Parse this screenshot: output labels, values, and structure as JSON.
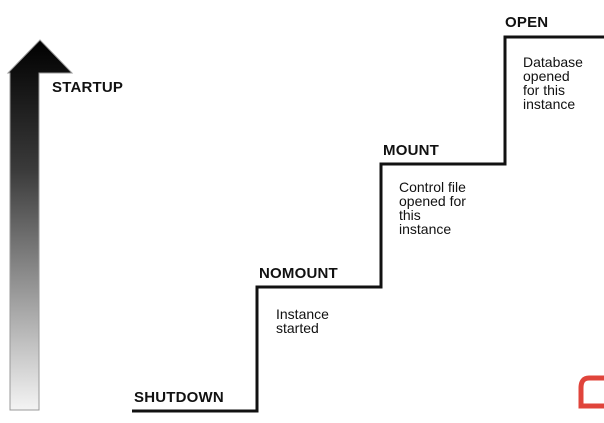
{
  "direction_label": "STARTUP",
  "stages": {
    "shutdown": {
      "label": "SHUTDOWN"
    },
    "nomount": {
      "label": "NOMOUNT",
      "description": "Instance\nstarted"
    },
    "mount": {
      "label": "MOUNT",
      "description": "Control file\nopened for\nthis\ninstance"
    },
    "open": {
      "label": "OPEN",
      "description": "Database\nopened\nfor this\ninstance"
    }
  },
  "colors": {
    "step_line": "#111111",
    "arrow_top": "#000000",
    "arrow_bottom": "#f4f4f4",
    "corner_mark": "#e0443b"
  }
}
